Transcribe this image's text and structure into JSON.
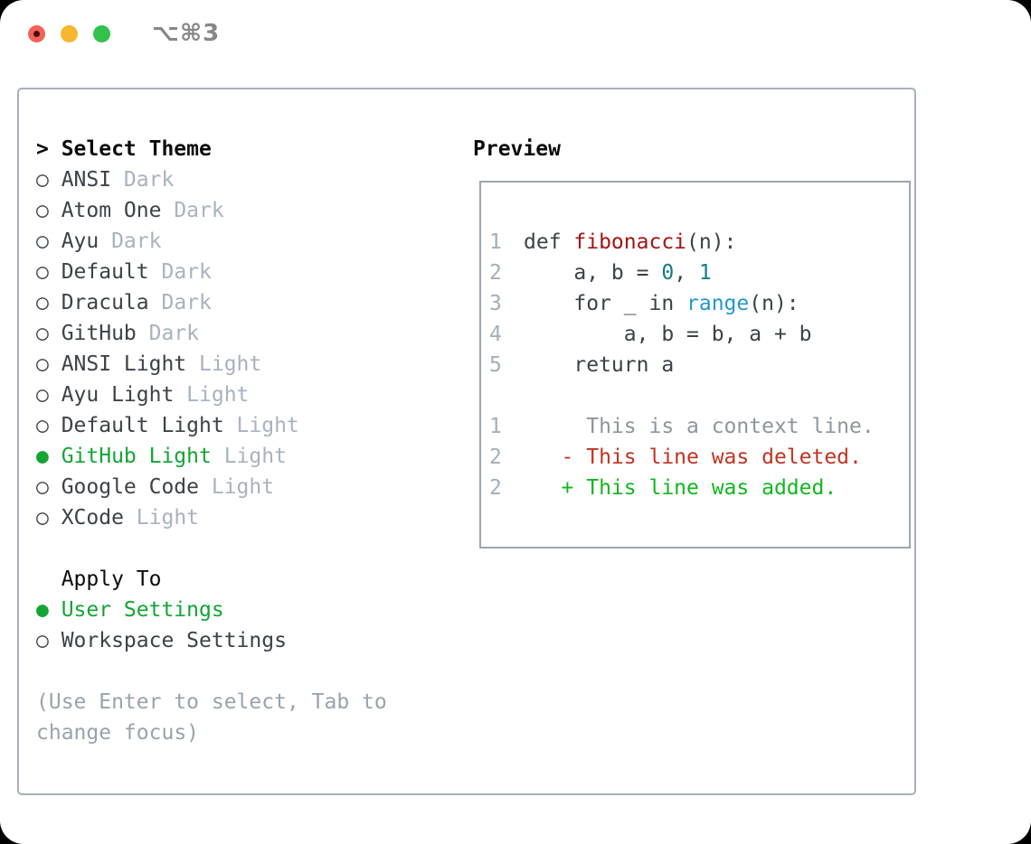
{
  "window": {
    "title_shortcut": "⌥⌘3"
  },
  "icons": {
    "radio_selected": "●",
    "radio_unselected": "○",
    "cursor_prefix": ">"
  },
  "theme_picker": {
    "heading": "Select Theme",
    "themes": [
      {
        "name": "ANSI",
        "variant": "Dark",
        "selected": false
      },
      {
        "name": "Atom One",
        "variant": "Dark",
        "selected": false
      },
      {
        "name": "Ayu",
        "variant": "Dark",
        "selected": false
      },
      {
        "name": "Default",
        "variant": "Dark",
        "selected": false
      },
      {
        "name": "Dracula",
        "variant": "Dark",
        "selected": false
      },
      {
        "name": "GitHub",
        "variant": "Dark",
        "selected": false
      },
      {
        "name": "ANSI Light",
        "variant": "Light",
        "selected": false
      },
      {
        "name": "Ayu Light",
        "variant": "Light",
        "selected": false
      },
      {
        "name": "Default Light",
        "variant": "Light",
        "selected": false
      },
      {
        "name": "GitHub Light",
        "variant": "Light",
        "selected": true
      },
      {
        "name": "Google Code",
        "variant": "Light",
        "selected": false
      },
      {
        "name": "XCode",
        "variant": "Light",
        "selected": false
      }
    ],
    "apply_heading": "Apply To",
    "apply_options": [
      {
        "label": "User Settings",
        "selected": true
      },
      {
        "label": "Workspace Settings",
        "selected": false
      }
    ],
    "hint": "(Use Enter to select, Tab to change focus)"
  },
  "preview": {
    "heading": "Preview",
    "code_lines": [
      {
        "num": "1",
        "segments": [
          {
            "text": "def ",
            "style": "code"
          },
          {
            "text": "fibonacci",
            "style": "function"
          },
          {
            "text": "(n):",
            "style": "code"
          }
        ]
      },
      {
        "num": "2",
        "segments": [
          {
            "text": "    a, b = ",
            "style": "code"
          },
          {
            "text": "0",
            "style": "number"
          },
          {
            "text": ", ",
            "style": "code"
          },
          {
            "text": "1",
            "style": "number"
          }
        ]
      },
      {
        "num": "3",
        "segments": [
          {
            "text": "    for _ in ",
            "style": "code"
          },
          {
            "text": "range",
            "style": "builtin"
          },
          {
            "text": "(n):",
            "style": "code"
          }
        ]
      },
      {
        "num": "4",
        "segments": [
          {
            "text": "        a, b = b, a + b",
            "style": "code"
          }
        ]
      },
      {
        "num": "5",
        "segments": [
          {
            "text": "    return a",
            "style": "code"
          }
        ]
      },
      {
        "num": "",
        "segments": []
      },
      {
        "num": "1",
        "segments": [
          {
            "text": "     This is a context line.",
            "style": "context"
          }
        ]
      },
      {
        "num": "2",
        "segments": [
          {
            "text": "   - This line was deleted.",
            "style": "deleted"
          }
        ]
      },
      {
        "num": "2",
        "segments": [
          {
            "text": "   + This line was added.",
            "style": "added"
          }
        ]
      }
    ]
  },
  "colors": {
    "accent_green": "#12a534",
    "text_dark": "#3c4247",
    "text_heading": "#0b0b0c",
    "variant_gray": "#a9b2bf",
    "hint_gray": "#9aa3ad",
    "linenum_gray": "#a5aeb8",
    "function_red": "#a51414",
    "number_teal": "#0d7e8a",
    "builtin_blue": "#2596cd",
    "context_gray": "#8e969e",
    "deleted_red": "#c23321",
    "added_green": "#12b71f",
    "panel_border": "#a7afba",
    "close_red": "#f4605a",
    "minimize_yellow": "#f6b72e",
    "zoom_green": "#33c24b",
    "title_gray": "#87878b"
  }
}
